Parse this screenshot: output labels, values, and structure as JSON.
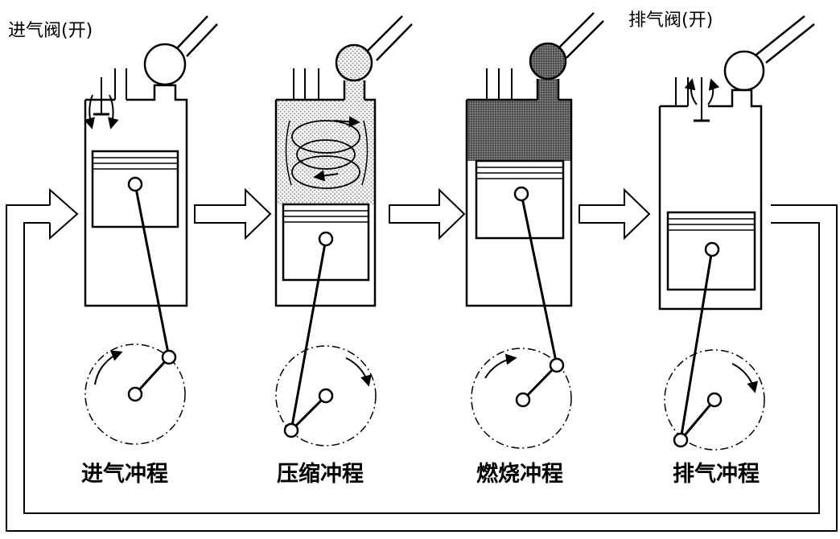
{
  "annotations": {
    "intake_valve_open": "进气阀(开)",
    "exhaust_valve_open": "排气阀(开)"
  },
  "strokes": [
    {
      "label": "进气冲程"
    },
    {
      "label": "压缩冲程"
    },
    {
      "label": "燃烧冲程"
    },
    {
      "label": "排气冲程"
    }
  ]
}
